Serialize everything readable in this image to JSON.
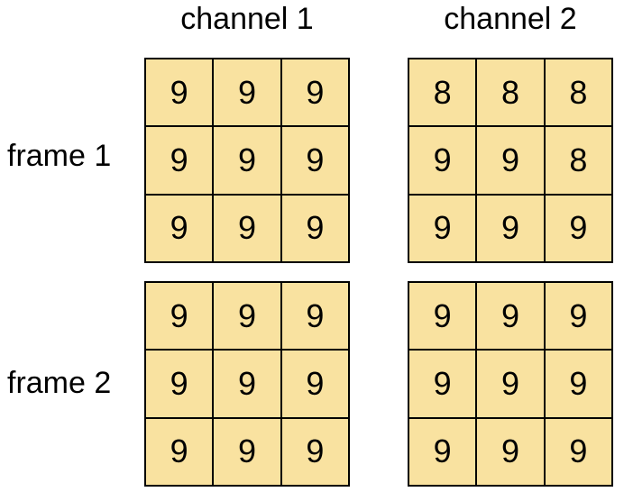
{
  "columns": [
    "channel 1",
    "channel 2"
  ],
  "rows": [
    "frame 1",
    "frame 2"
  ],
  "colors": {
    "cell_fill": "#f9e2a0",
    "cell_border": "#000000",
    "text": "#000000"
  },
  "grids": [
    [
      {
        "values": [
          [
            "9",
            "9",
            "9"
          ],
          [
            "9",
            "9",
            "9"
          ],
          [
            "9",
            "9",
            "9"
          ]
        ]
      },
      {
        "values": [
          [
            "8",
            "8",
            "8"
          ],
          [
            "9",
            "9",
            "8"
          ],
          [
            "9",
            "9",
            "9"
          ]
        ]
      }
    ],
    [
      {
        "values": [
          [
            "9",
            "9",
            "9"
          ],
          [
            "9",
            "9",
            "9"
          ],
          [
            "9",
            "9",
            "9"
          ]
        ]
      },
      {
        "values": [
          [
            "9",
            "9",
            "9"
          ],
          [
            "9",
            "9",
            "9"
          ],
          [
            "9",
            "9",
            "9"
          ]
        ]
      }
    ]
  ]
}
